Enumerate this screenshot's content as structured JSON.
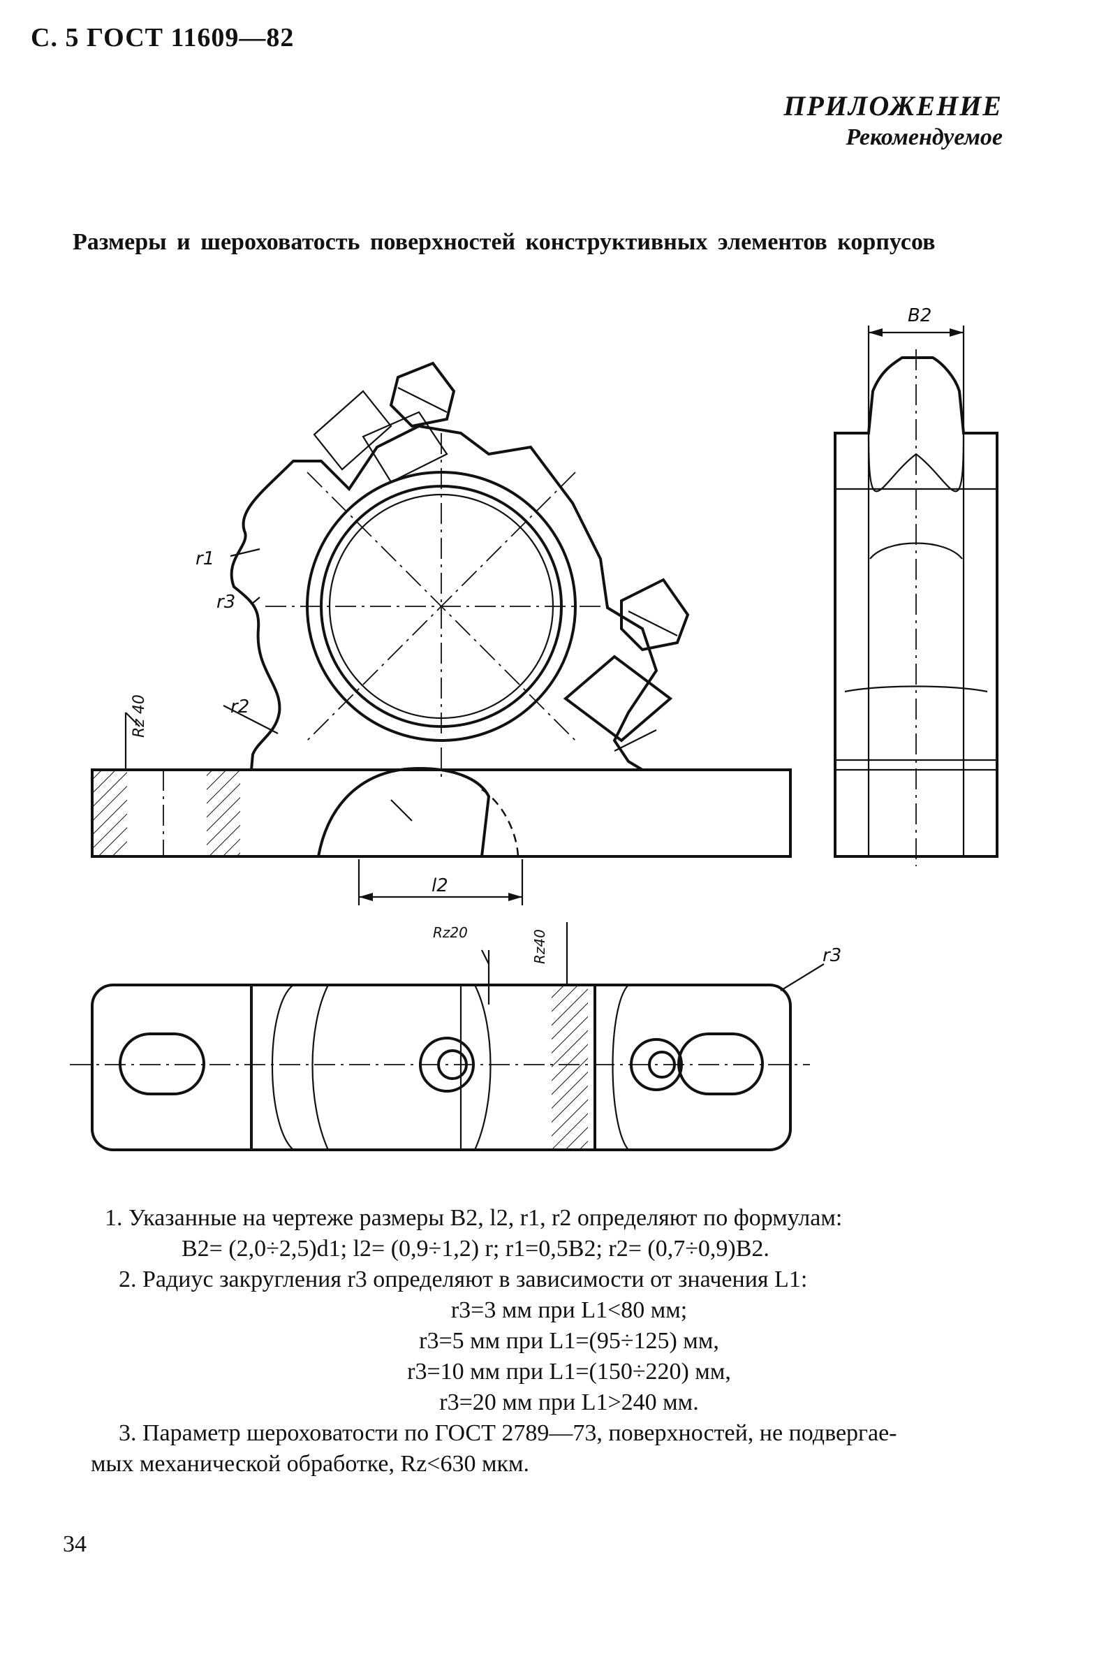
{
  "header": {
    "ref": "С. 5 ГОСТ 11609—82",
    "appendix": "ПРИЛОЖЕНИЕ",
    "appendix_status": "Рекомендуемое"
  },
  "title": "Размеры и шероховатость поверхностей конструктивных элементов корпусов",
  "drawing_labels": {
    "b2": "B2",
    "r1": "r1",
    "r3": "r3",
    "r2": "r2",
    "rz40": "Rz 40",
    "l2": "l2",
    "rz20": "Rz20",
    "rz40b": "Rz40",
    "r3b": "r3"
  },
  "notes": {
    "n1_line1": "1. Указанные на чертеже размеры B2, l2, r1, r2 определяют по формулам:",
    "n1_line2": "B2= (2,0÷2,5)d1; l2= (0,9÷1,2) r; r1=0,5B2; r2= (0,7÷0,9)B2.",
    "n2_line1": "2. Радиус закругления r3 определяют в зависимости от значения L1:",
    "n2_line2": "r3=3 мм при L1<80 мм;",
    "n2_line3": "r3=5 мм при L1=(95÷125) мм,",
    "n2_line4": "r3=10 мм при L1=(150÷220) мм,",
    "n2_line5": "r3=20 мм при L1>240 мм.",
    "n3_line1": "3. Параметр шероховатости по ГОСТ 2789—73, поверхностей, не подвергае-",
    "n3_line2": "мых механической обработке, Rz<630 мкм."
  },
  "page_number": "34"
}
